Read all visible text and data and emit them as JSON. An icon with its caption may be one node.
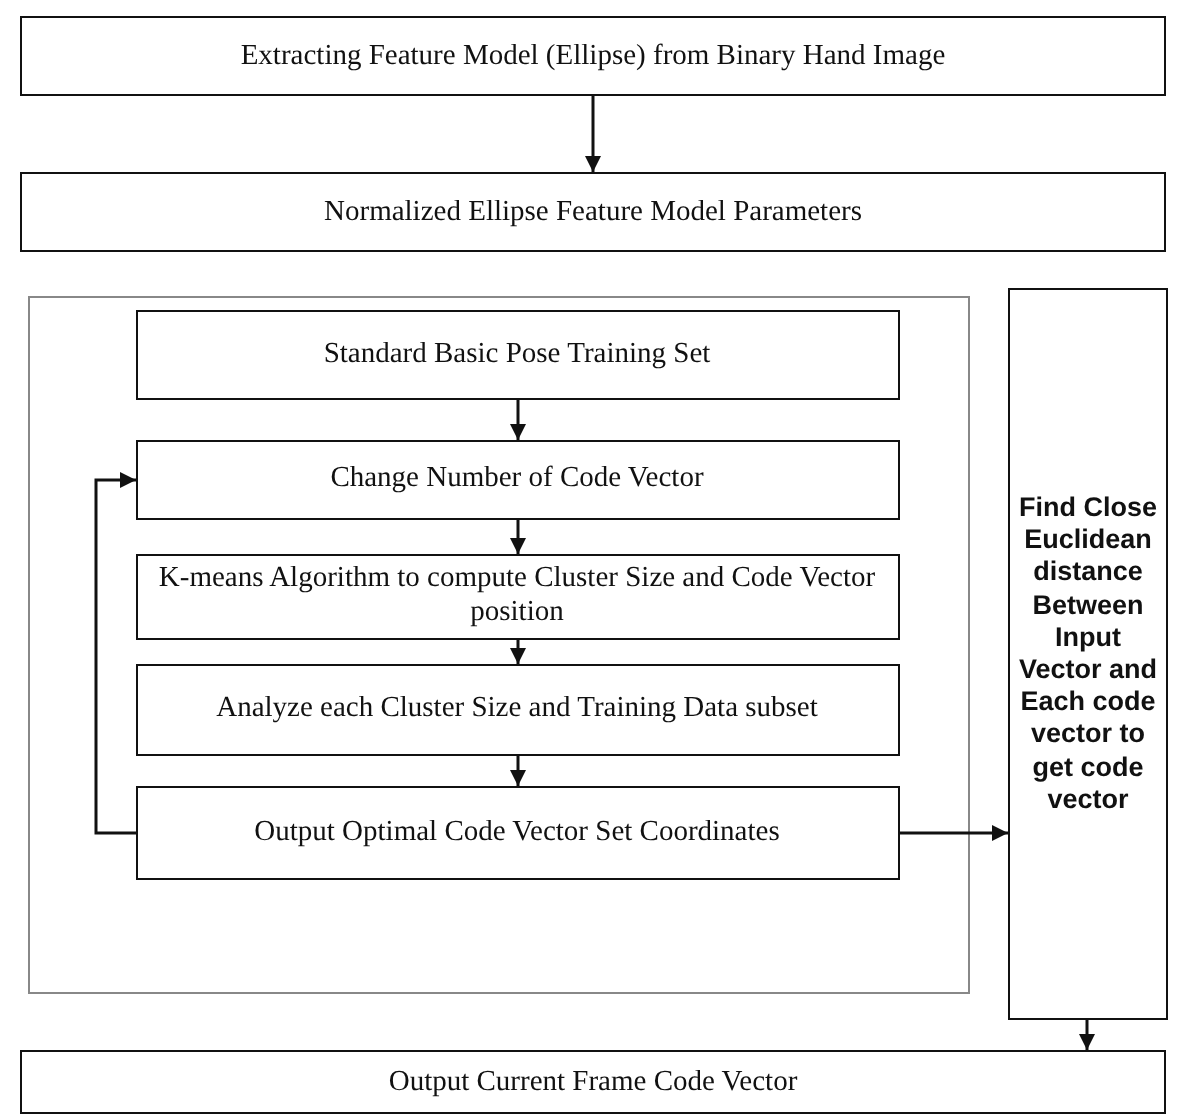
{
  "diagram": {
    "nodes": [
      {
        "text": [
          "Extracting Feature Model (Ellipse) from Binary Hand Image"
        ]
      },
      {
        "text": [
          "Normalized Ellipse Feature Model Parameters"
        ]
      },
      {
        "text": [],
        "shape": "box"
      },
      {
        "text": [
          "Standard Basic Pose Training Set"
        ],
        "in": 2
      },
      {
        "text": [
          "Change Number of Code Vector"
        ],
        "in": 2
      },
      {
        "text": [
          "K-means Algorithm to compute Cluster Size and Code Vector position"
        ],
        "in": 2
      },
      {
        "text": [
          "Analyze each Cluster Size and Training Data subset"
        ],
        "in": 2
      },
      {
        "text": [
          "Output Optimal Code Vector Set Coordinates"
        ],
        "in": 2
      },
      {
        "text": [
          "Find Close Euclidean distance Between Input Vector and Each code vector to get code vector"
        ]
      },
      {
        "text": [
          "Output Current Frame Code Vector"
        ]
      }
    ],
    "edges": [
      {
        "from": 0,
        "to": 1,
        "arrow": "to"
      },
      {
        "from": 3,
        "to": 4,
        "arrow": "to"
      },
      {
        "from": 4,
        "to": 5,
        "arrow": "to"
      },
      {
        "from": 5,
        "to": 6,
        "arrow": "to"
      },
      {
        "from": 6,
        "to": 7,
        "arrow": "to"
      },
      {
        "from": 7,
        "to": 4,
        "arrow": "to"
      },
      {
        "from": 7,
        "to": 8,
        "arrow": "to"
      },
      {
        "from": 8,
        "to": 9,
        "arrow": "to"
      }
    ]
  }
}
